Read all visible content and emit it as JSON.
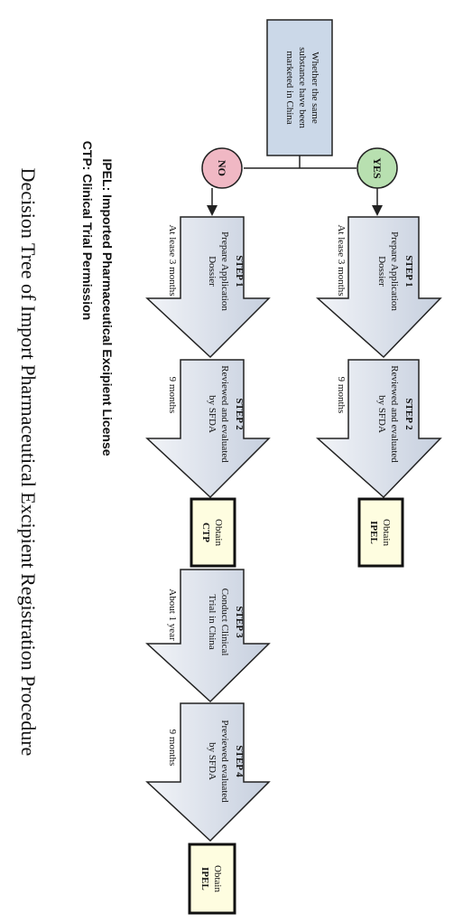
{
  "title": "Decision Tree of Import Pharmaceutical Excipient Registration Procedure",
  "legend": {
    "ipel": "IPEL: Imported Pharmaceutical Excipient License",
    "ctp": "CTP: Clinical Trial Permission"
  },
  "question": [
    "Whether   the   same",
    "substance  have  been",
    "marketed in China"
  ],
  "yes_label": "YES",
  "no_label": "NO",
  "yes_branch": {
    "step1": {
      "title": "STEP 1",
      "lines": [
        "Prepare Application",
        "Dossier"
      ],
      "duration": "At lease 3 months"
    },
    "step2": {
      "title": "STEP 2",
      "lines": [
        "Reviewed and evaluated",
        "by SFDA"
      ],
      "duration": "9 months"
    },
    "result": [
      "Obtain",
      "IPEL"
    ]
  },
  "no_branch": {
    "step1": {
      "title": "STEP 1",
      "lines": [
        "Prepare Application",
        "Dossier"
      ],
      "duration": "At lease 3 months"
    },
    "step2": {
      "title": "STEP 2",
      "lines": [
        "Reviewed and evaluated",
        "by SFDA"
      ],
      "duration": "9 months"
    },
    "ctp": [
      "Obtain",
      "CTP"
    ],
    "step3": {
      "title": "STEP 3",
      "lines": [
        "Conduct   Clinical",
        "Trial in China"
      ],
      "duration": "About 1 year"
    },
    "step4": {
      "title": "STEP 4",
      "lines": [
        "Previewed evaluated",
        "by SFDA"
      ],
      "duration": "9 months"
    },
    "result": [
      "Obtain",
      "IPEL"
    ]
  },
  "colors": {
    "question_fill": "#cbd8e8",
    "arrow_fill": "#d7dde9",
    "yes_fill": "#b8e0b0",
    "no_fill": "#f0b8c4",
    "result_fill": "#fefde0"
  }
}
